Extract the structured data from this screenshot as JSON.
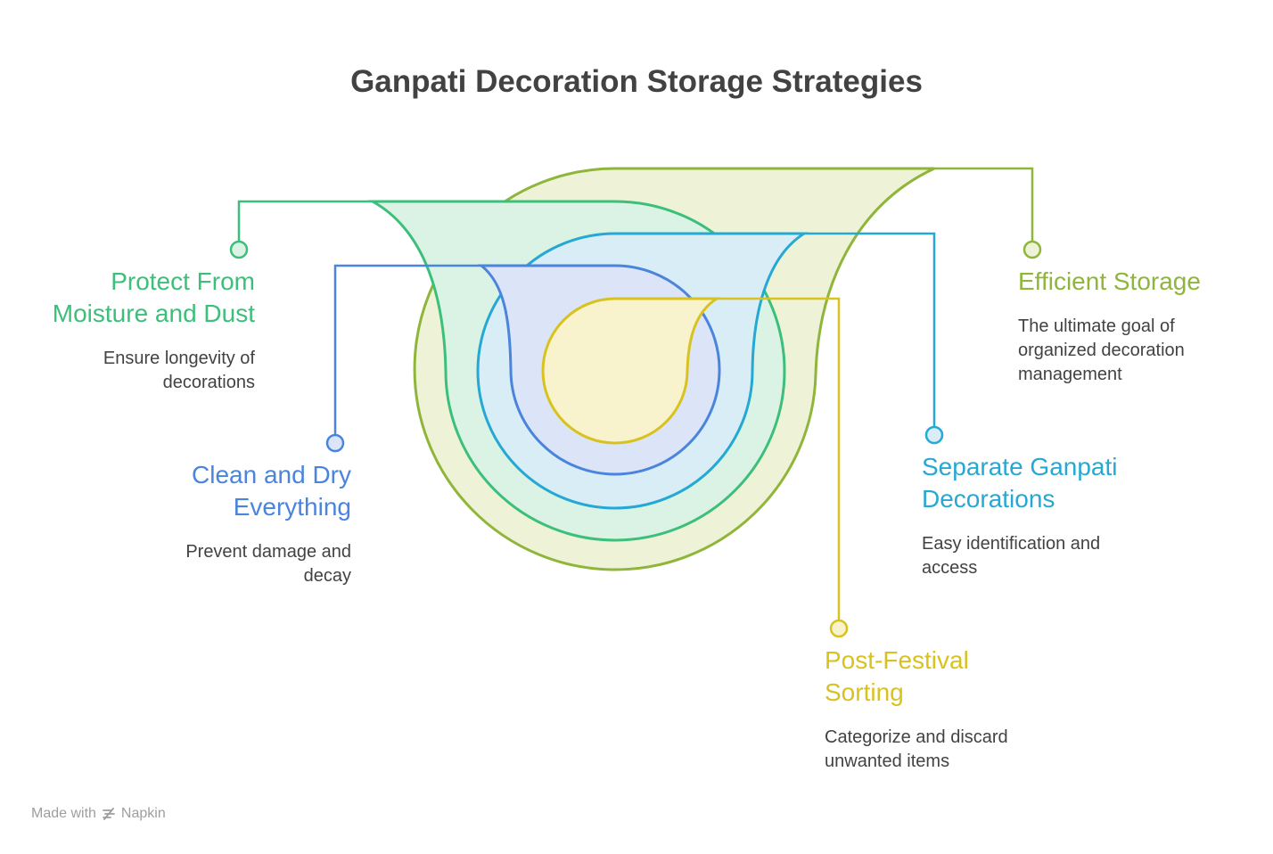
{
  "title": "Ganpati Decoration Storage Strategies",
  "colors": {
    "efficient": "#8fb63a",
    "protect": "#3cbf7a",
    "separate": "#25a8d4",
    "clean": "#4a84dc",
    "sorting": "#d9c21e"
  },
  "items": {
    "protect": {
      "title_line1": "Protect From",
      "title_line2": "Moisture and Dust",
      "desc_line1": "Ensure longevity of",
      "desc_line2": "decorations"
    },
    "clean": {
      "title_line1": "Clean and Dry",
      "title_line2": "Everything",
      "desc_line1": "Prevent damage and",
      "desc_line2": "decay"
    },
    "efficient": {
      "title_line1": "Efficient Storage",
      "desc_line1": "The ultimate goal of",
      "desc_line2": "organized decoration",
      "desc_line3": "management"
    },
    "separate": {
      "title_line1": "Separate Ganpati",
      "title_line2": "Decorations",
      "desc_line1": "Easy identification and",
      "desc_line2": "access"
    },
    "sorting": {
      "title_line1": "Post-Festival",
      "title_line2": "Sorting",
      "desc_line1": "Categorize and discard",
      "desc_line2": "unwanted items"
    }
  },
  "footer": {
    "made_with": "Made with",
    "brand": "Napkin"
  }
}
